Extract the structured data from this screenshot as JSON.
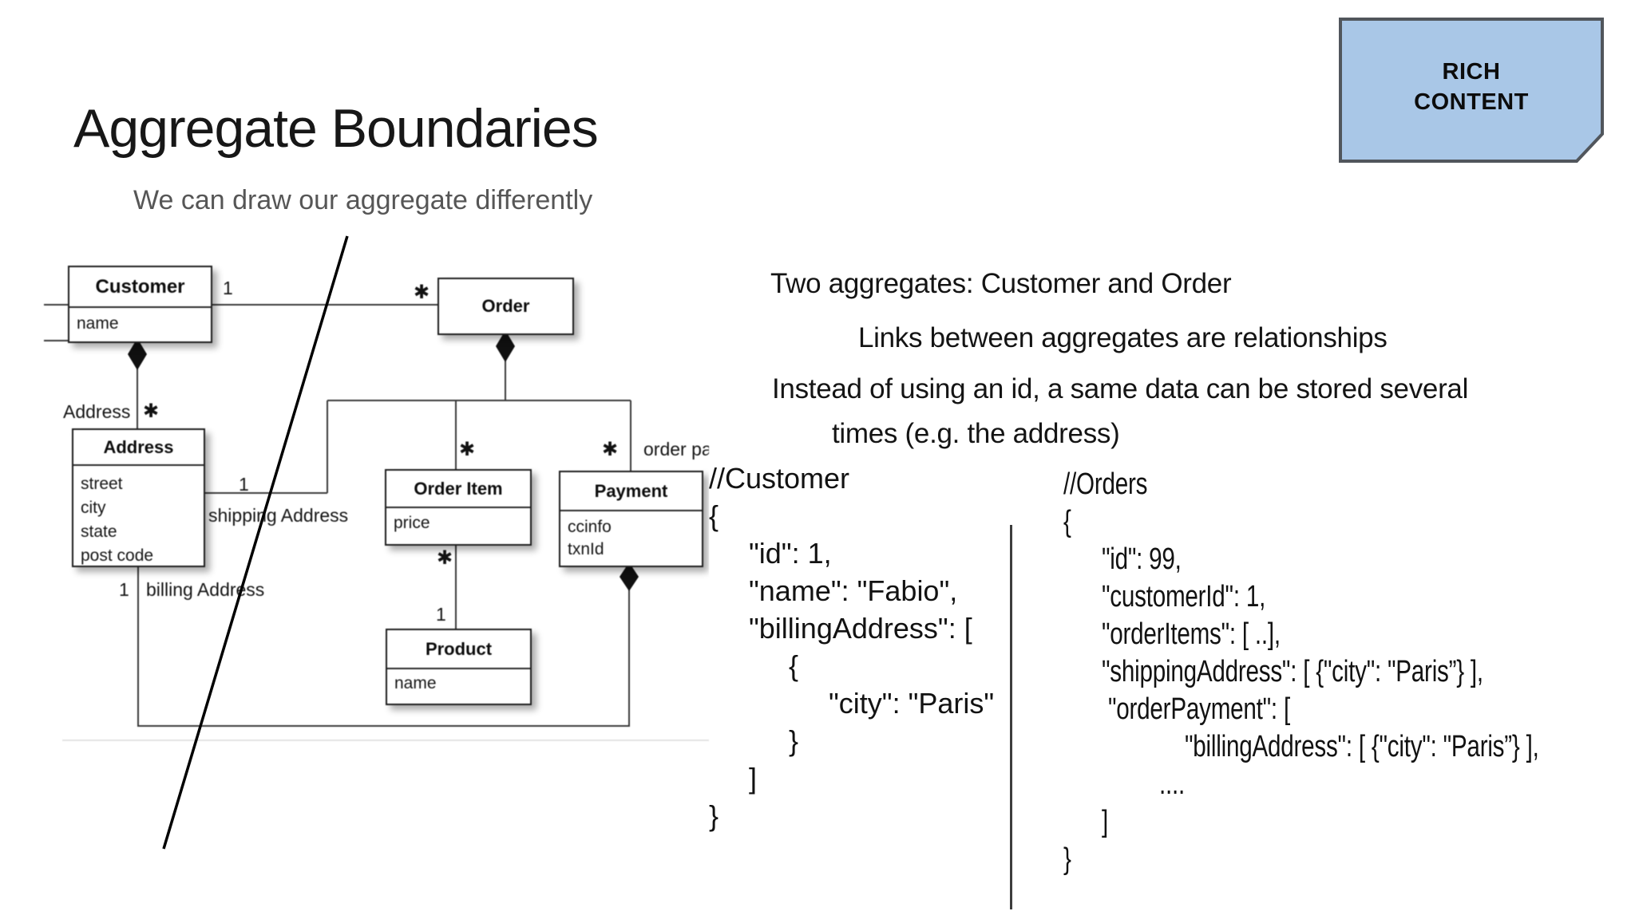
{
  "slide": {
    "title": "Aggregate Boundaries",
    "subtitle": "We can draw our aggregate differently",
    "badge": {
      "line1": "RICH",
      "line2": "CONTENT",
      "fill": "#a9c7e7",
      "border": "#51565c"
    },
    "bullets": [
      "Two aggregates: Customer and Order",
      "Links between aggregates are relationships",
      "Instead of using an id, a same data can be stored several",
      "times (e.g. the address)"
    ]
  },
  "diagram": {
    "classes": [
      {
        "name": "Customer",
        "attributes": [
          "name"
        ]
      },
      {
        "name": "Order",
        "attributes": []
      },
      {
        "name": "Address",
        "attributes": [
          "street",
          "city",
          "state",
          "post code"
        ]
      },
      {
        "name": "Order Item",
        "attributes": [
          "price"
        ]
      },
      {
        "name": "Payment",
        "attributes": [
          "ccinfo",
          "txnId"
        ]
      },
      {
        "name": "Product",
        "attributes": [
          "name"
        ]
      }
    ],
    "labels": {
      "customer_order_one": "1",
      "customer_order_many": "✱",
      "customer_address_role": "Address",
      "customer_address_many": "✱",
      "shipping_one": "1",
      "shipping_role": "shipping Address",
      "order_item_many": "✱",
      "payment_many": "✱",
      "payment_role": "order pa",
      "product_many": "✱",
      "product_one": "1",
      "billing_one": "1",
      "billing_role": "billing Address"
    }
  },
  "code_customer": {
    "lines": [
      "//Customer",
      "{",
      "     \"id\": 1,",
      "     \"name\": \"Fabio\",",
      "     \"billingAddress\": [",
      "          {",
      "               \"city\": \"Paris\"",
      "          }",
      "     ]",
      "}"
    ]
  },
  "code_orders": {
    "lines": [
      "//Orders",
      "{",
      "      \"id\": 99,",
      "      \"customerId\": 1,",
      "      \"orderItems\": [ ..],",
      "      \"shippingAddress\": [ {\"city\": \"Paris”} ],",
      "       \"orderPayment\": [",
      "                   \"billingAddress\": [ {\"city\": \"Paris”} ],",
      "               ....",
      "      ]",
      "}"
    ]
  },
  "colors": {
    "badge_fill": "#a9c7e7",
    "badge_border": "#51565c",
    "line": "#3a3a3a"
  }
}
